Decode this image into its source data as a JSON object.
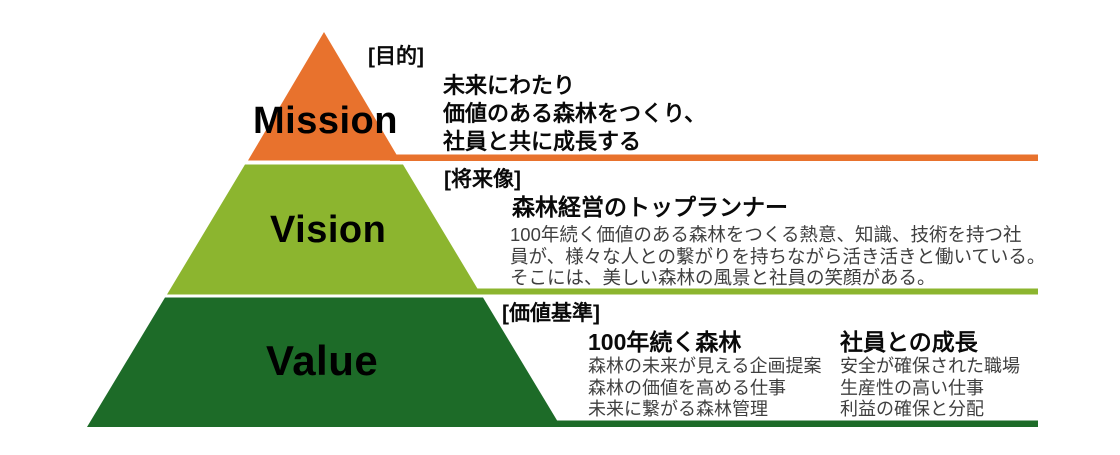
{
  "title": "Mission Vision Value pyramid diagram",
  "colors": {
    "mission_orange": "#E8722D",
    "vision_green": "#8CB52F",
    "value_green": "#1D6B28",
    "body_text_gray": "#3F3F3F"
  },
  "mission": {
    "label": "Mission",
    "tag": "[目的]",
    "statement_lines": [
      "未来にわたり",
      "価値のある森林をつくり、",
      "社員と共に成長する"
    ]
  },
  "vision": {
    "label": "Vision",
    "tag": "[将来像]",
    "headline": "森林経営のトップランナー",
    "body_lines": [
      "100年続く価値のある森林をつくる熱意、知識、技術を持つ社",
      "員が、様々な人との繋がりを持ちながら活き活きと働いている。",
      "そこには、美しい森林の風景と社員の笑顔がある。"
    ]
  },
  "value": {
    "label": "Value",
    "tag": "[価値基準]",
    "columns": [
      {
        "title": "100年続く森林",
        "items": [
          "森林の未来が見える企画提案",
          "森林の価値を高める仕事",
          "未来に繋がる森林管理"
        ]
      },
      {
        "title": "社員との成長",
        "items": [
          "安全が確保された職場",
          "生産性の高い仕事",
          "利益の確保と分配"
        ]
      }
    ]
  }
}
